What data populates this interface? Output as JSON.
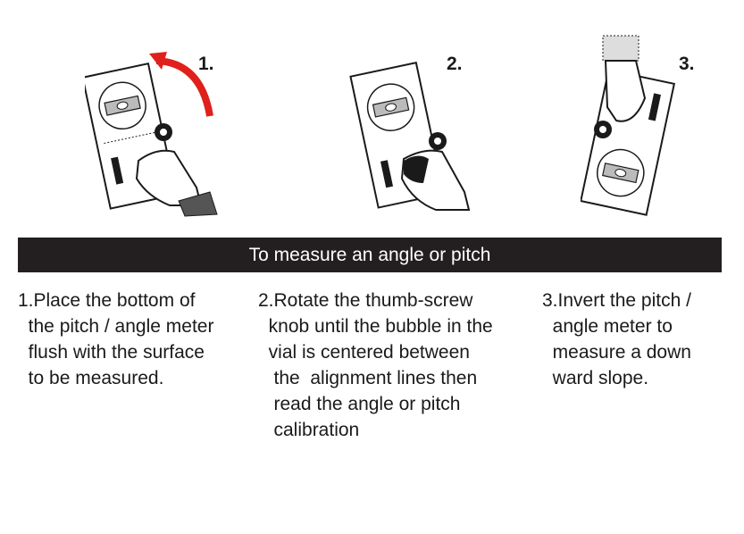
{
  "steps": [
    {
      "number": "1.",
      "lines": [
        "1.Place the bottom of",
        "  the pitch / angle meter",
        "  flush with the surface",
        "  to be measured."
      ]
    },
    {
      "number": "2.",
      "lines": [
        "2.Rotate the thumb-screw",
        "  knob until the bubble in the",
        "  vial is centered between",
        "   the  alignment lines then",
        "   read the angle or pitch",
        "   calibration"
      ]
    },
    {
      "number": "3.",
      "lines": [
        "3.Invert the pitch /",
        "  angle meter to",
        "  measure a down",
        "  ward slope."
      ]
    }
  ],
  "banner": {
    "title": "To measure an angle or pitch"
  },
  "colors": {
    "banner_bg": "#231f20",
    "arrow_red": "#e0201b",
    "ink": "#1a1a1a"
  }
}
